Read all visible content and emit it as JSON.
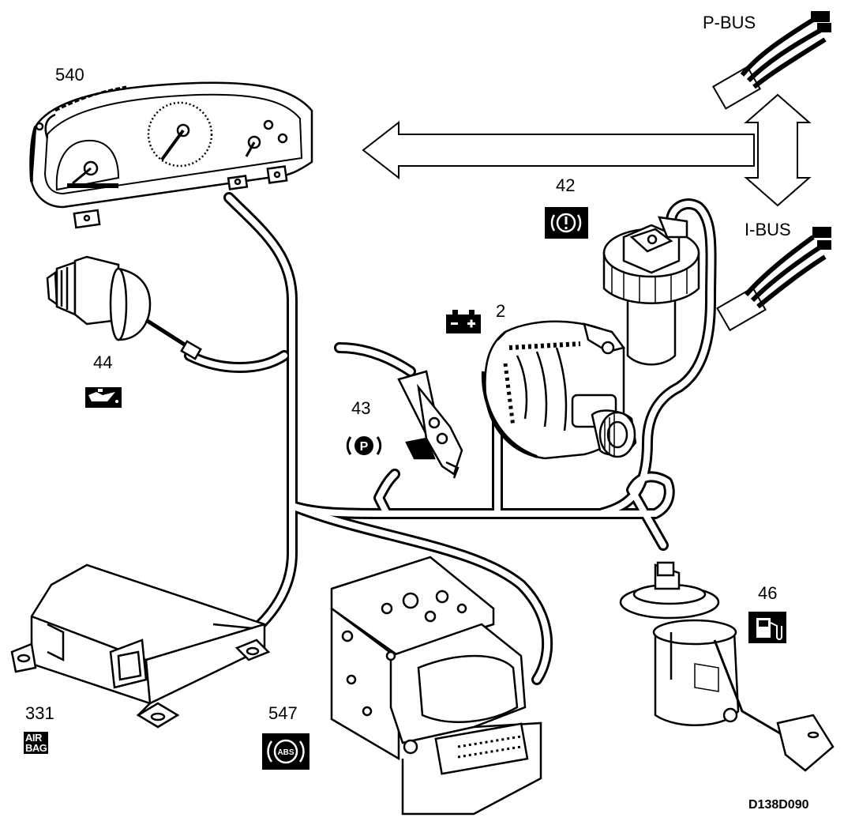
{
  "bus": {
    "top": "P-BUS",
    "bottom": "I-BUS"
  },
  "components": {
    "instrument_cluster": {
      "number": "540"
    },
    "brake_fluid_sensor": {
      "number": "42"
    },
    "alternator": {
      "number": "2"
    },
    "oil_pressure_sensor": {
      "number": "44"
    },
    "parking_brake_switch": {
      "number": "43"
    },
    "fuel_level_sensor": {
      "number": "46"
    },
    "airbag_module": {
      "number": "331",
      "icon_text_1": "AIR",
      "icon_text_2": "BAG"
    },
    "abs_module": {
      "number": "547",
      "icon_text": "ABS"
    }
  },
  "drawing_code": "D138D090"
}
